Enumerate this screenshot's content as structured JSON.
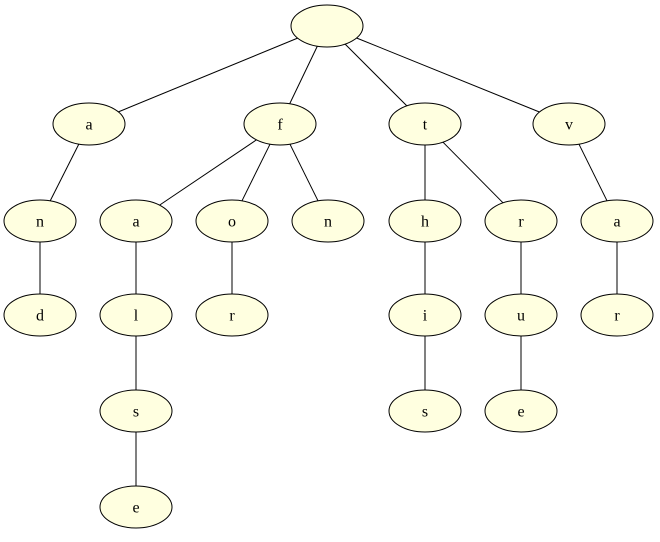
{
  "diagram": {
    "type": "trie",
    "node_fill": "#ffffe0",
    "node_stroke": "#000000",
    "edge_color": "#000000",
    "nodes": [
      {
        "id": "root",
        "label": ""
      },
      {
        "id": "a",
        "label": "a",
        "parent": "root"
      },
      {
        "id": "an",
        "label": "n",
        "parent": "a"
      },
      {
        "id": "and",
        "label": "d",
        "parent": "an"
      },
      {
        "id": "f",
        "label": "f",
        "parent": "root"
      },
      {
        "id": "fa",
        "label": "a",
        "parent": "f"
      },
      {
        "id": "fal",
        "label": "l",
        "parent": "fa"
      },
      {
        "id": "fals",
        "label": "s",
        "parent": "fal"
      },
      {
        "id": "false",
        "label": "e",
        "parent": "fals"
      },
      {
        "id": "fo",
        "label": "o",
        "parent": "f"
      },
      {
        "id": "for",
        "label": "r",
        "parent": "fo"
      },
      {
        "id": "fn",
        "label": "n",
        "parent": "f"
      },
      {
        "id": "t",
        "label": "t",
        "parent": "root"
      },
      {
        "id": "th",
        "label": "h",
        "parent": "t"
      },
      {
        "id": "thi",
        "label": "i",
        "parent": "th"
      },
      {
        "id": "this",
        "label": "s",
        "parent": "thi"
      },
      {
        "id": "tr",
        "label": "r",
        "parent": "t"
      },
      {
        "id": "tru",
        "label": "u",
        "parent": "tr"
      },
      {
        "id": "true",
        "label": "e",
        "parent": "tru"
      },
      {
        "id": "v",
        "label": "v",
        "parent": "root"
      },
      {
        "id": "va",
        "label": "a",
        "parent": "v"
      },
      {
        "id": "var",
        "label": "r",
        "parent": "va"
      }
    ]
  }
}
